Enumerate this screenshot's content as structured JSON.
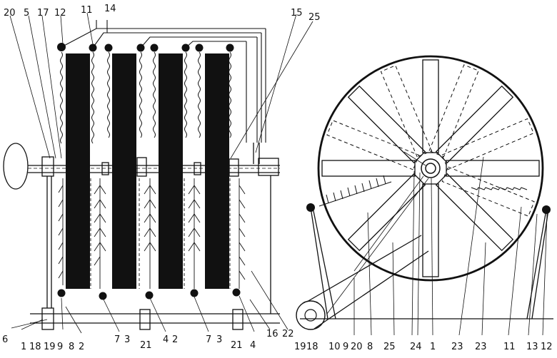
{
  "figure": {
    "left_view_labels": {
      "top": [
        "20",
        "5",
        "17",
        "12",
        "11",
        "14",
        "15",
        "25"
      ],
      "bottom": [
        "6",
        "1",
        "18",
        "19",
        "9",
        "8",
        "2",
        "7",
        "3",
        "21",
        "4",
        "2",
        "7",
        "3",
        "21",
        "4",
        "16",
        "22"
      ]
    },
    "right_view_labels": {
      "bottom": [
        "19",
        "18",
        "10",
        "9",
        "20",
        "8",
        "25",
        "24",
        "1",
        "23",
        "23",
        "11",
        "13",
        "12"
      ]
    }
  }
}
